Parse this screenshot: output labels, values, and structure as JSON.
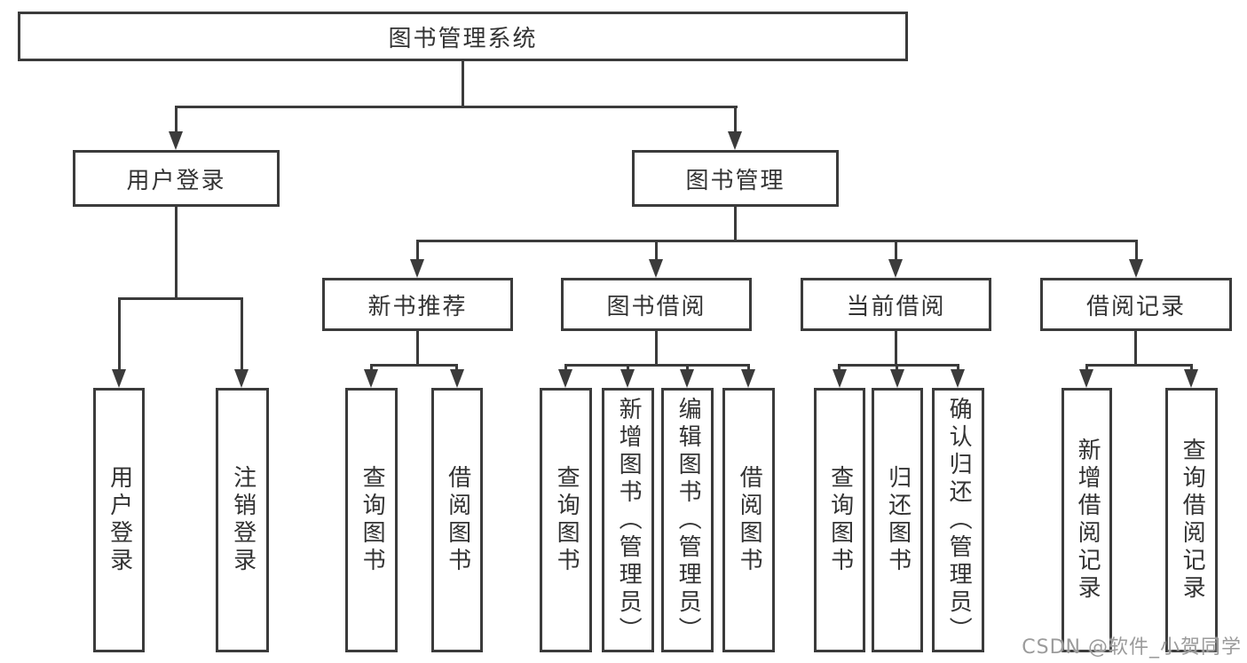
{
  "tree": {
    "label": "图书管理系统",
    "children": [
      {
        "label": "用户登录",
        "children": [
          {
            "label": "用户登录"
          },
          {
            "label": "注销登录"
          }
        ]
      },
      {
        "label": "图书管理",
        "children": [
          {
            "label": "新书推荐",
            "children": [
              {
                "label": "查询图书"
              },
              {
                "label": "借阅图书"
              }
            ]
          },
          {
            "label": "图书借阅",
            "children": [
              {
                "label": "查询图书"
              },
              {
                "label": "新增图书（管理员）"
              },
              {
                "label": "编辑图书（管理员）"
              },
              {
                "label": "借阅图书"
              }
            ]
          },
          {
            "label": "当前借阅",
            "children": [
              {
                "label": "查询图书"
              },
              {
                "label": "归还图书"
              },
              {
                "label": "确认归还（管理员）"
              }
            ]
          },
          {
            "label": "借阅记录",
            "children": [
              {
                "label": "新增借阅记录"
              },
              {
                "label": "查询借阅记录"
              }
            ]
          }
        ]
      }
    ]
  },
  "watermark": "CSDN @软件_小贺同学",
  "colors": {
    "line": "#3b3b3b",
    "box_border": "#3b3b3b",
    "box_background": "#ffffff",
    "text": "#333333",
    "watermark": "#9b9b9b",
    "page_background": "#ffffff"
  }
}
